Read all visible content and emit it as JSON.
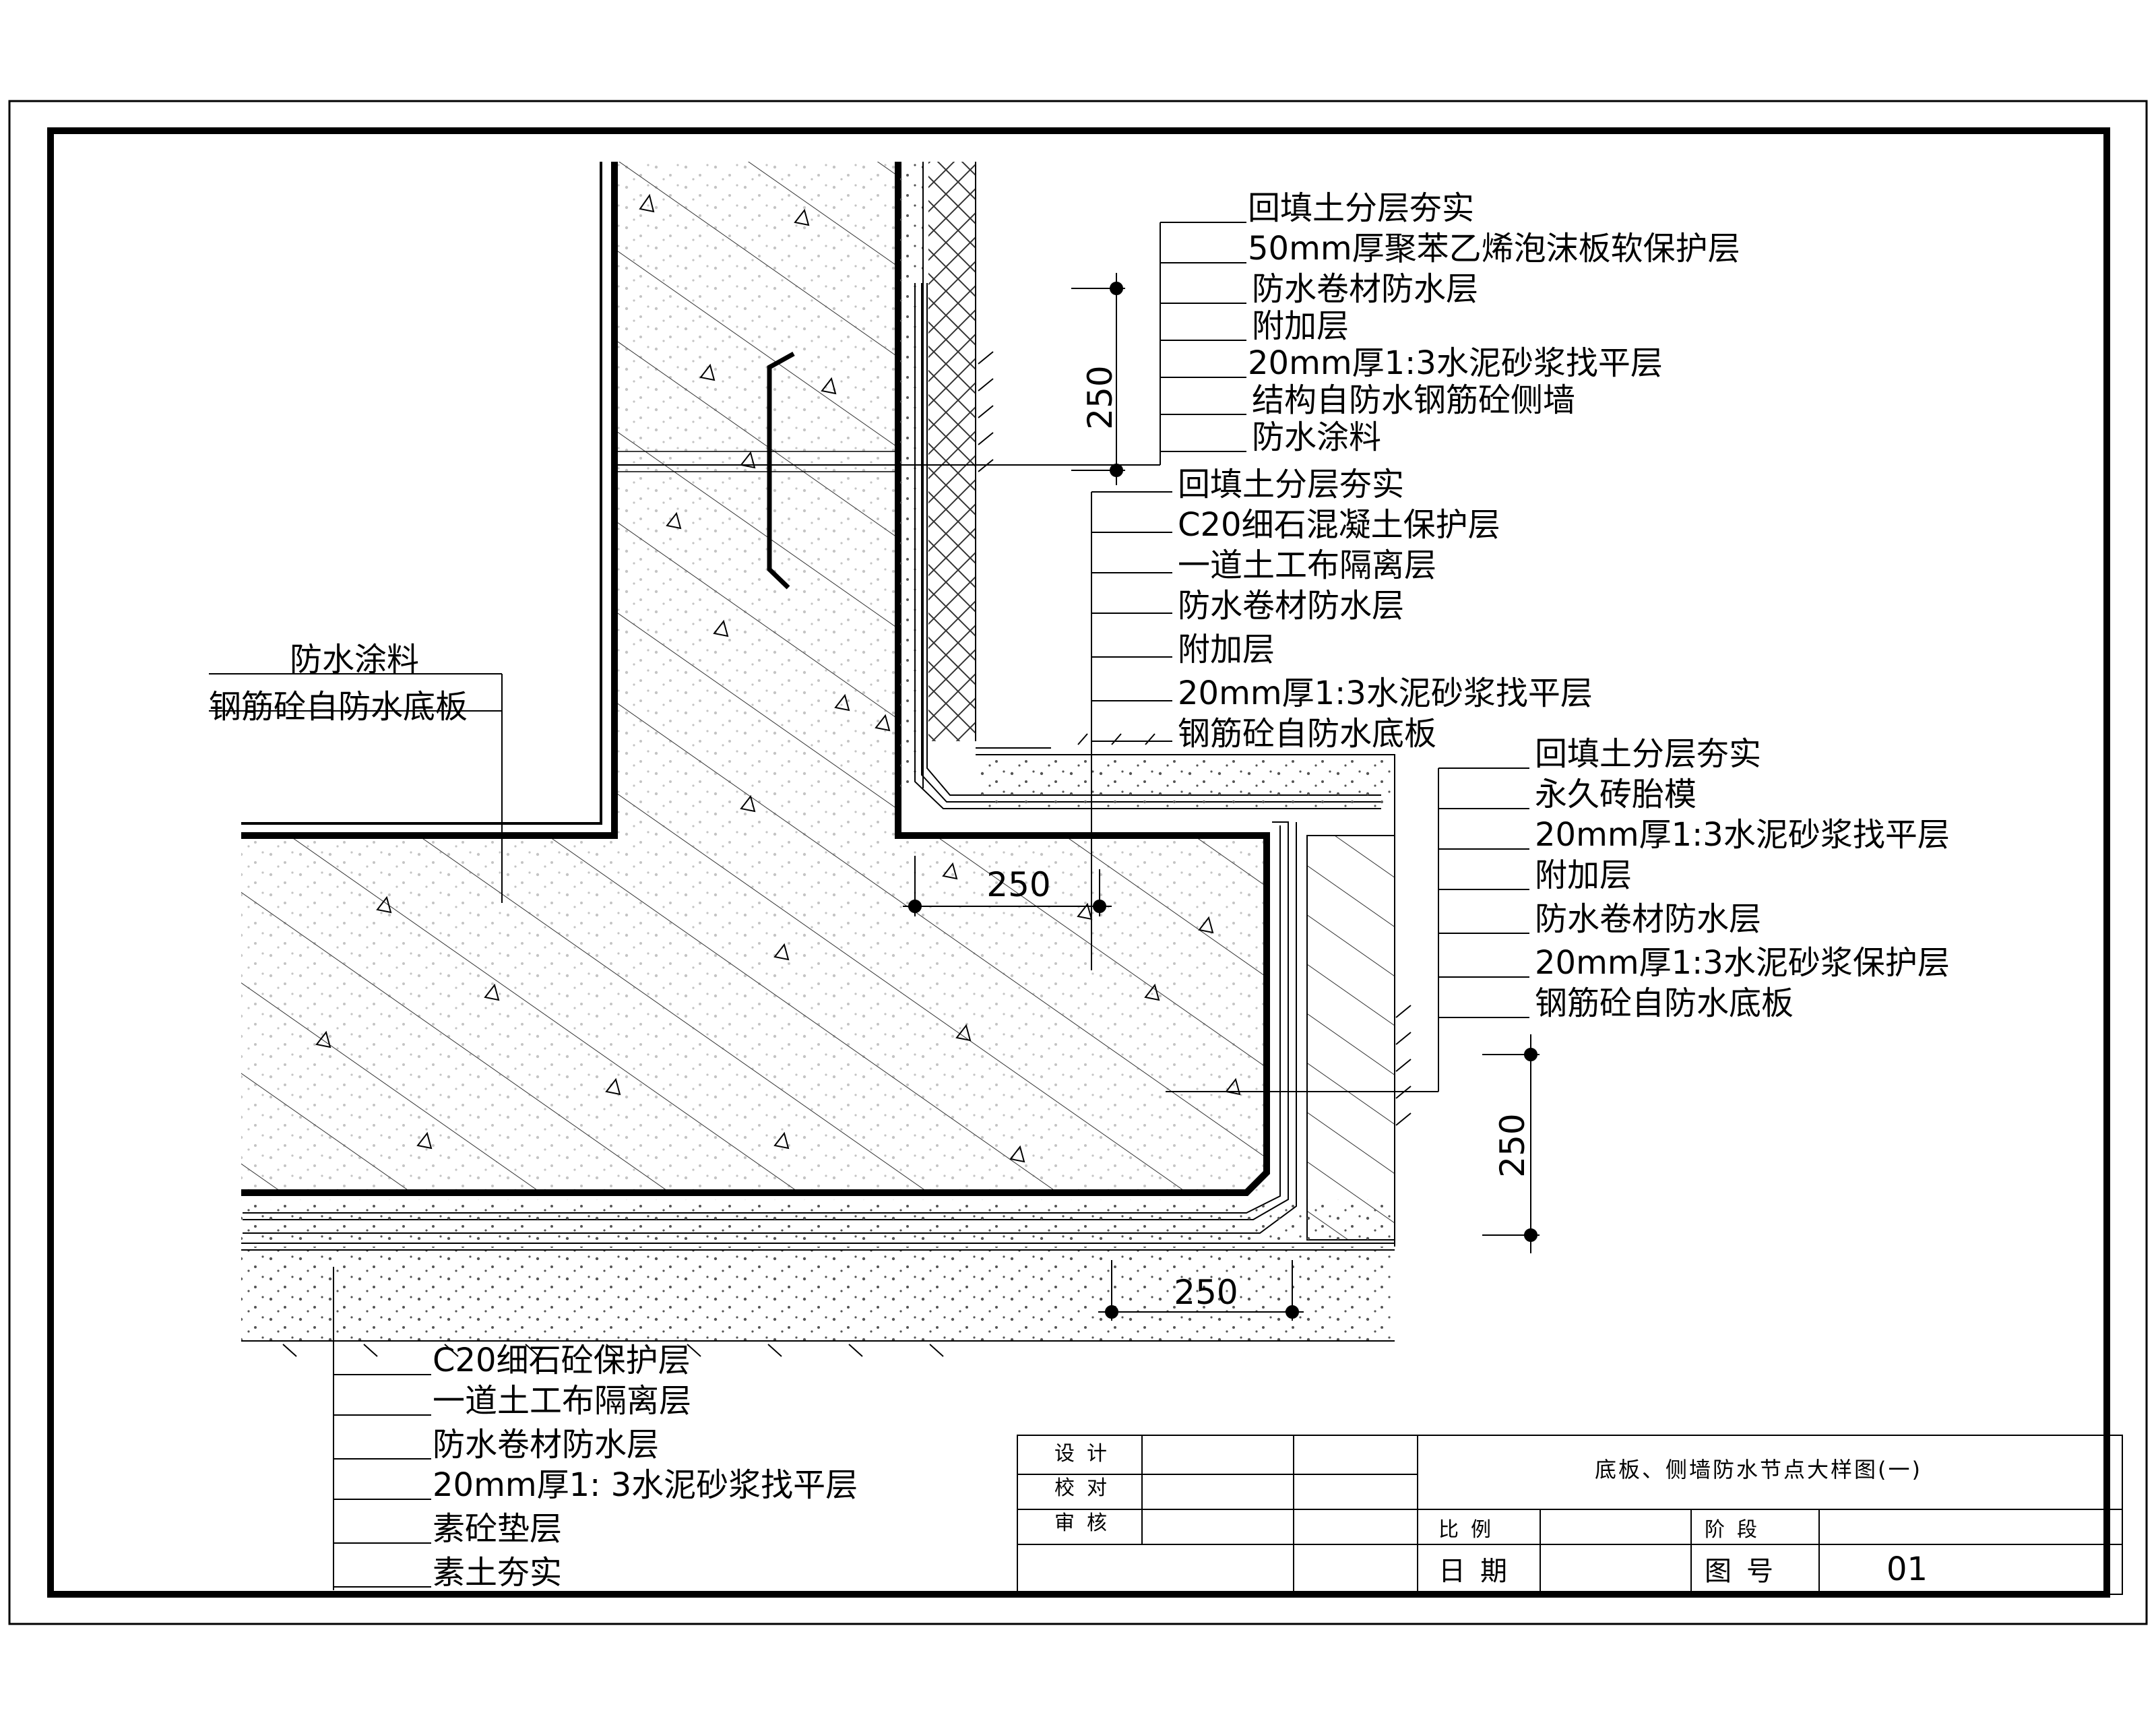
{
  "wall_callout": {
    "labels": [
      "回填土分层夯实",
      "50mm厚聚苯乙烯泡沫板软保护层",
      "防水卷材防水层",
      "附加层",
      "20mm厚1:3水泥砂浆找平层",
      "结构自防水钢筋砼侧墙",
      "防水涂料"
    ],
    "dimension": "250"
  },
  "step_callout": {
    "labels": [
      "回填土分层夯实",
      "C20细石混凝土保护层",
      "一道土工布隔离层",
      "防水卷材防水层",
      "附加层",
      "20mm厚1:3水泥砂浆找平层",
      "钢筋砼自防水底板"
    ],
    "dimension": "250"
  },
  "inner_callout": {
    "labels": [
      "防水涂料",
      "钢筋砼自防水底板"
    ]
  },
  "pit_callout": {
    "labels": [
      "回填土分层夯实",
      "永久砖胎模",
      "20mm厚1:3水泥砂浆找平层",
      "附加层",
      "防水卷材防水层",
      "20mm厚1:3水泥砂浆保护层",
      "钢筋砼自防水底板"
    ],
    "dimension": "250"
  },
  "bottom_callout": {
    "labels": [
      "C20细石砼保护层",
      "一道土工布隔离层",
      "防水卷材防水层",
      "20mm厚1: 3水泥砂浆找平层",
      "素砼垫层",
      "素土夯实"
    ],
    "dimension": "250"
  },
  "title_block": {
    "roles": [
      "设计",
      "校对",
      "审核"
    ],
    "title": "底板、侧墙防水节点大样图(一)",
    "scale_label": "比例",
    "stage_label": "阶段",
    "date_label": "日期",
    "drawing_no_label": "图号",
    "drawing_no": "01"
  },
  "colors": {
    "line": "#000000",
    "hatch": "#333333",
    "paper": "#ffffff"
  }
}
